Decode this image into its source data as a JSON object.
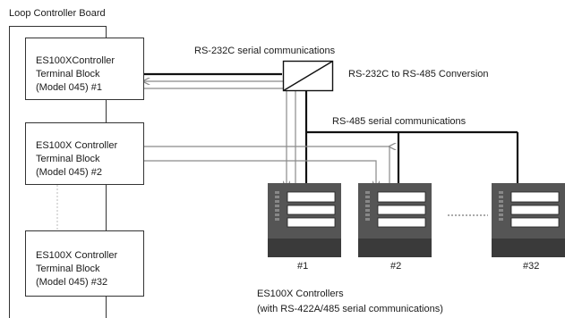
{
  "board": {
    "title": "Loop Controller Board"
  },
  "terminal_blocks": [
    {
      "line1": "ES100XController",
      "line2": "Terminal Block",
      "line3": "(Model 045)   #1"
    },
    {
      "line1": "ES100X Controller",
      "line2": "Terminal Block",
      "line3": "(Model 045)   #2"
    },
    {
      "line1": "ES100X Controller",
      "line2": "Terminal Block",
      "line3": "(Model 045)   #32"
    }
  ],
  "labels": {
    "rs232c": "RS-232C serial communications",
    "converter": "RS-232C to RS-485 Conversion",
    "rs485": "RS-485 serial communications",
    "controllers_title": "ES100X Controllers",
    "controllers_subtitle": "(with RS-422A/485 serial communications)"
  },
  "controllers": [
    {
      "label": "#1"
    },
    {
      "label": "#2"
    },
    {
      "label": "#32"
    }
  ],
  "colors": {
    "line": "#111111",
    "signal_line": "#8a8a8a",
    "device_body": "#555555",
    "device_panel": "#3a3a3a"
  }
}
